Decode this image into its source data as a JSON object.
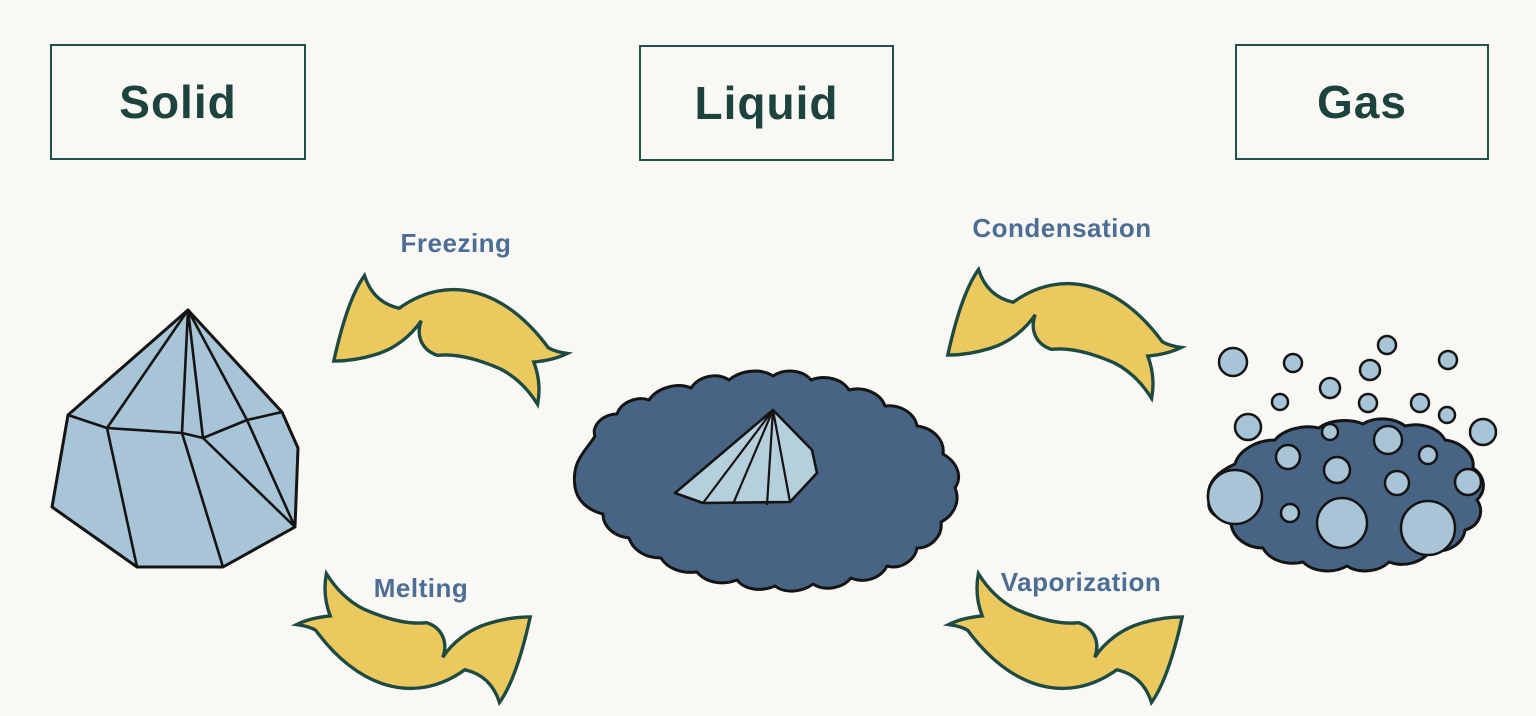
{
  "diagram": {
    "type": "states-of-matter",
    "states": [
      {
        "label": "Solid"
      },
      {
        "label": "Liquid"
      },
      {
        "label": "Gas"
      }
    ],
    "transitions": [
      {
        "label": "Freezing",
        "from": "Liquid",
        "to": "Solid"
      },
      {
        "label": "Melting",
        "from": "Solid",
        "to": "Liquid"
      },
      {
        "label": "Condensation",
        "from": "Gas",
        "to": "Liquid"
      },
      {
        "label": "Vaporization",
        "from": "Liquid",
        "to": "Gas"
      }
    ],
    "icons": {
      "solid": "crystal-icon",
      "liquid": "puddle-with-melting-crystal-icon",
      "gas": "blob-with-bubbles-icon",
      "transition": "curved-swoosh-arrow-icon"
    },
    "colors": {
      "background": "#faf8f4",
      "box_border": "#24504a",
      "state_text": "#1c443c",
      "transition_text": "#4c6e94",
      "arrow_fill": "#ecc95e",
      "arrow_outline": "#1d4a42",
      "solid_fill": "#a8c4d7",
      "melted_solid_fill": "#b5cfdd",
      "liquid_fill": "#486484",
      "outline_black": "#141414"
    }
  }
}
